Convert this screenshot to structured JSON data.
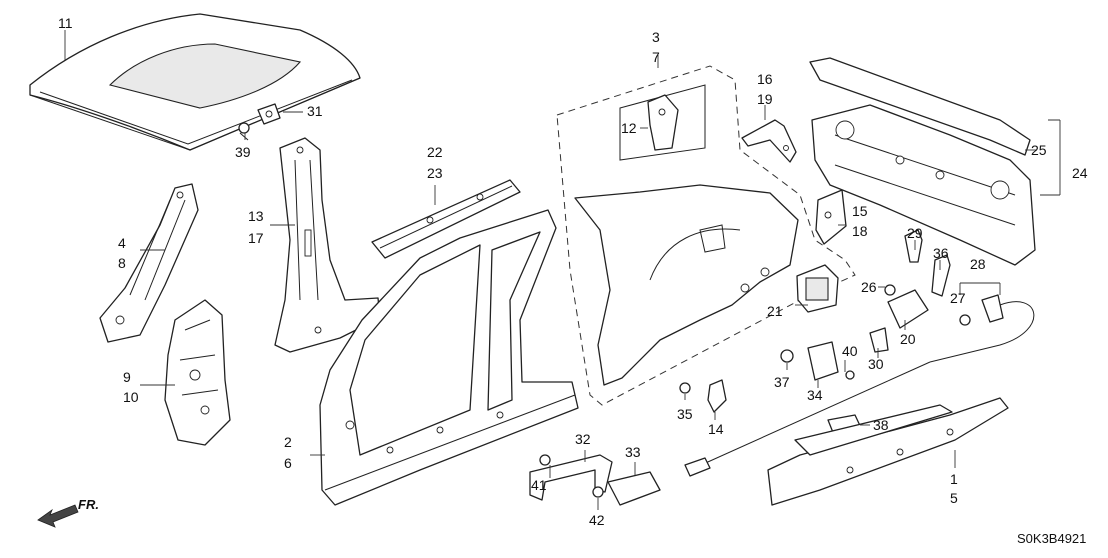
{
  "diagram": {
    "code": "S0K3B4921",
    "direction": "FR.",
    "labels": {
      "l1": "1",
      "l2": "2",
      "l3": "3",
      "l4": "4",
      "l5": "5",
      "l6": "6",
      "l7": "7",
      "l8": "8",
      "l9": "9",
      "l10": "10",
      "l11": "11",
      "l12": "12",
      "l13": "13",
      "l14": "14",
      "l15": "15",
      "l16": "16",
      "l17": "17",
      "l18": "18",
      "l19": "19",
      "l20": "20",
      "l21": "21",
      "l22": "22",
      "l23": "23",
      "l24": "24",
      "l25": "25",
      "l26": "26",
      "l27": "27",
      "l28": "28",
      "l29": "29",
      "l30": "30",
      "l31": "31",
      "l32": "32",
      "l33": "33",
      "l34": "34",
      "l35": "35",
      "l36": "36",
      "l37": "37",
      "l38": "38",
      "l39": "39",
      "l40": "40",
      "l41": "41",
      "l42": "42"
    }
  }
}
